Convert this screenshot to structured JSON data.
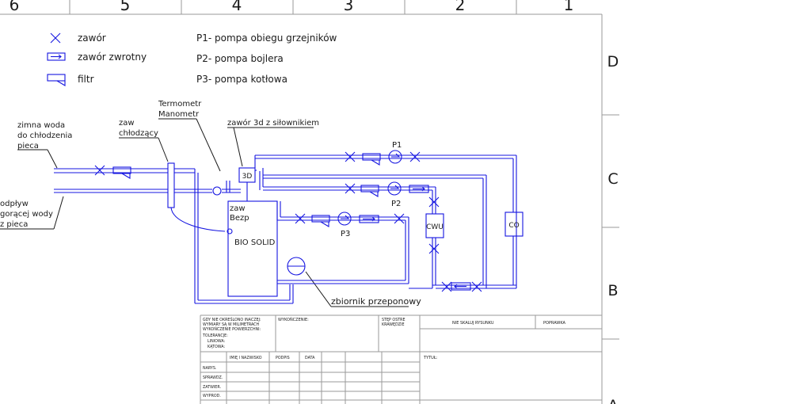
{
  "frame": {
    "columns": [
      "6",
      "5",
      "4",
      "3",
      "2",
      "1"
    ],
    "rows": [
      "D",
      "C",
      "B",
      "A"
    ]
  },
  "legend": [
    {
      "icon": "valve-x-icon",
      "label": "zawór"
    },
    {
      "icon": "check-valve-icon",
      "label": "zawór zwrotny"
    },
    {
      "icon": "filter-icon",
      "label": "filtr"
    }
  ],
  "pumps_legend": [
    "P1- pompa obiegu grzejników",
    "P2- pompa bojlera",
    "P3- pompa kotłowa"
  ],
  "labels": {
    "cold_water": [
      "zimna woda",
      "do chłodzenia",
      "pieca"
    ],
    "outflow": [
      "odpływ",
      "gorącej wody",
      "z pieca"
    ],
    "cooling_valve": [
      "zaw",
      "chłodzący"
    ],
    "thermo": [
      "Termometr",
      "Manometr"
    ],
    "valve_3d": "zawór 3d z siłownikiem",
    "v3d_box": "3D",
    "safety_valve": [
      "zaw",
      "Bezp"
    ],
    "boiler": "BIO SOLID",
    "p1": "P1",
    "p2": "P2",
    "p3": "P3",
    "cwu": "CWU",
    "co": "CO",
    "tank": "zbiornik przeponowy"
  },
  "title_block": {
    "notes": [
      "GDY NIE OKREŚLONO INACZEJ:",
      "WYMIARY SĄ W MILIMETRACH",
      "WYKOŃCZENIE POWIERZCHNI:",
      "TOLERANCJE:",
      "LINIOWA:",
      "KĄTOWA:"
    ],
    "finish": "WYKOŃCZENIE:",
    "edges": [
      "STĘP OSTRE",
      "KRAWĘDZIE"
    ],
    "no_scale": "NIE SKALUJ RYSUNKU",
    "revision": "POPRAWKA",
    "headers": [
      "IMIĘ I NAZWISKO",
      "PODPIS",
      "DATA"
    ],
    "roles": [
      "NARYS.",
      "SPRAWDZ.",
      "ZATWIER.",
      "WYPROD."
    ],
    "title": "TYTUŁ:"
  }
}
